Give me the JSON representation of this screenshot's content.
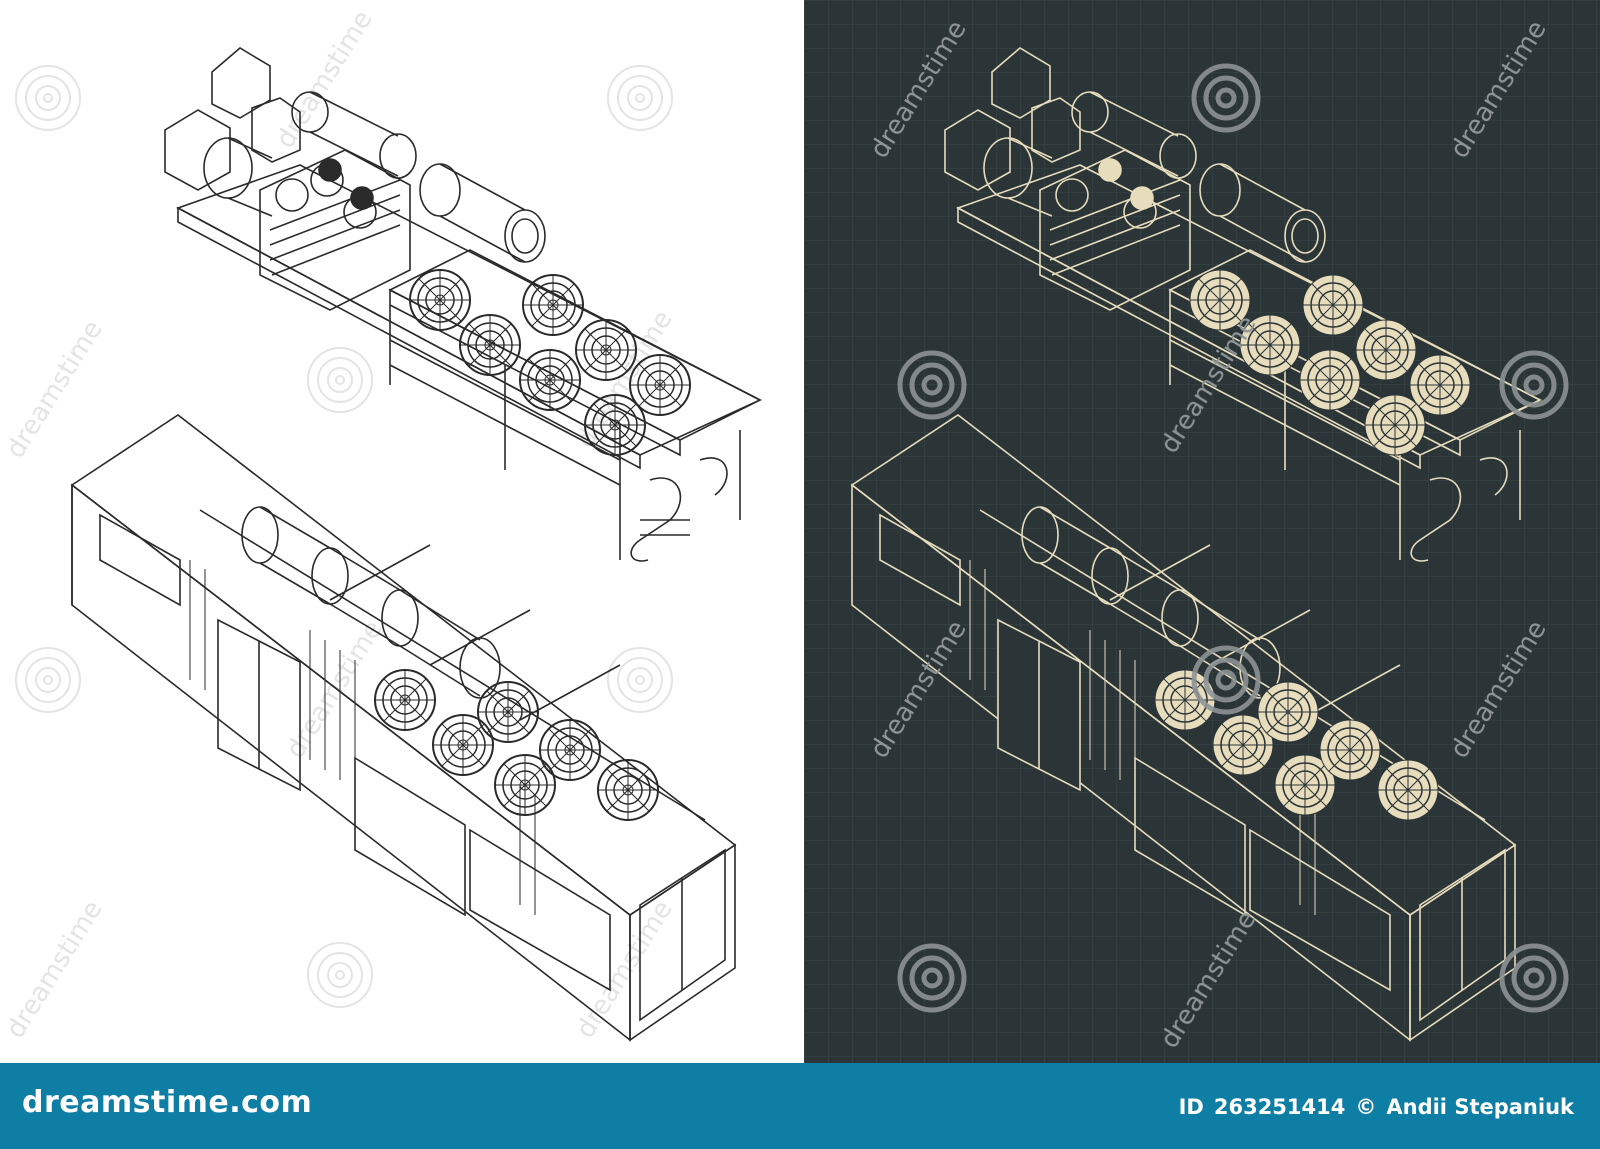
{
  "footer": {
    "brand": "dreamstime.com",
    "id_label": "ID",
    "id_value": "263251414",
    "copyright_symbol": "©",
    "author": "Andii Stepaniuk"
  },
  "watermark": {
    "text": "dreamstime",
    "logo": "dreamstime-spiral-icon"
  },
  "colors": {
    "light_background": "#ffffff",
    "light_lines": "#2a2a2a",
    "dark_background": "#2b3538",
    "dark_grid": "#3a4649",
    "dark_lines": "#e7dcbc",
    "footer_background": "#0f7ea4",
    "footer_text": "#ffffff"
  }
}
